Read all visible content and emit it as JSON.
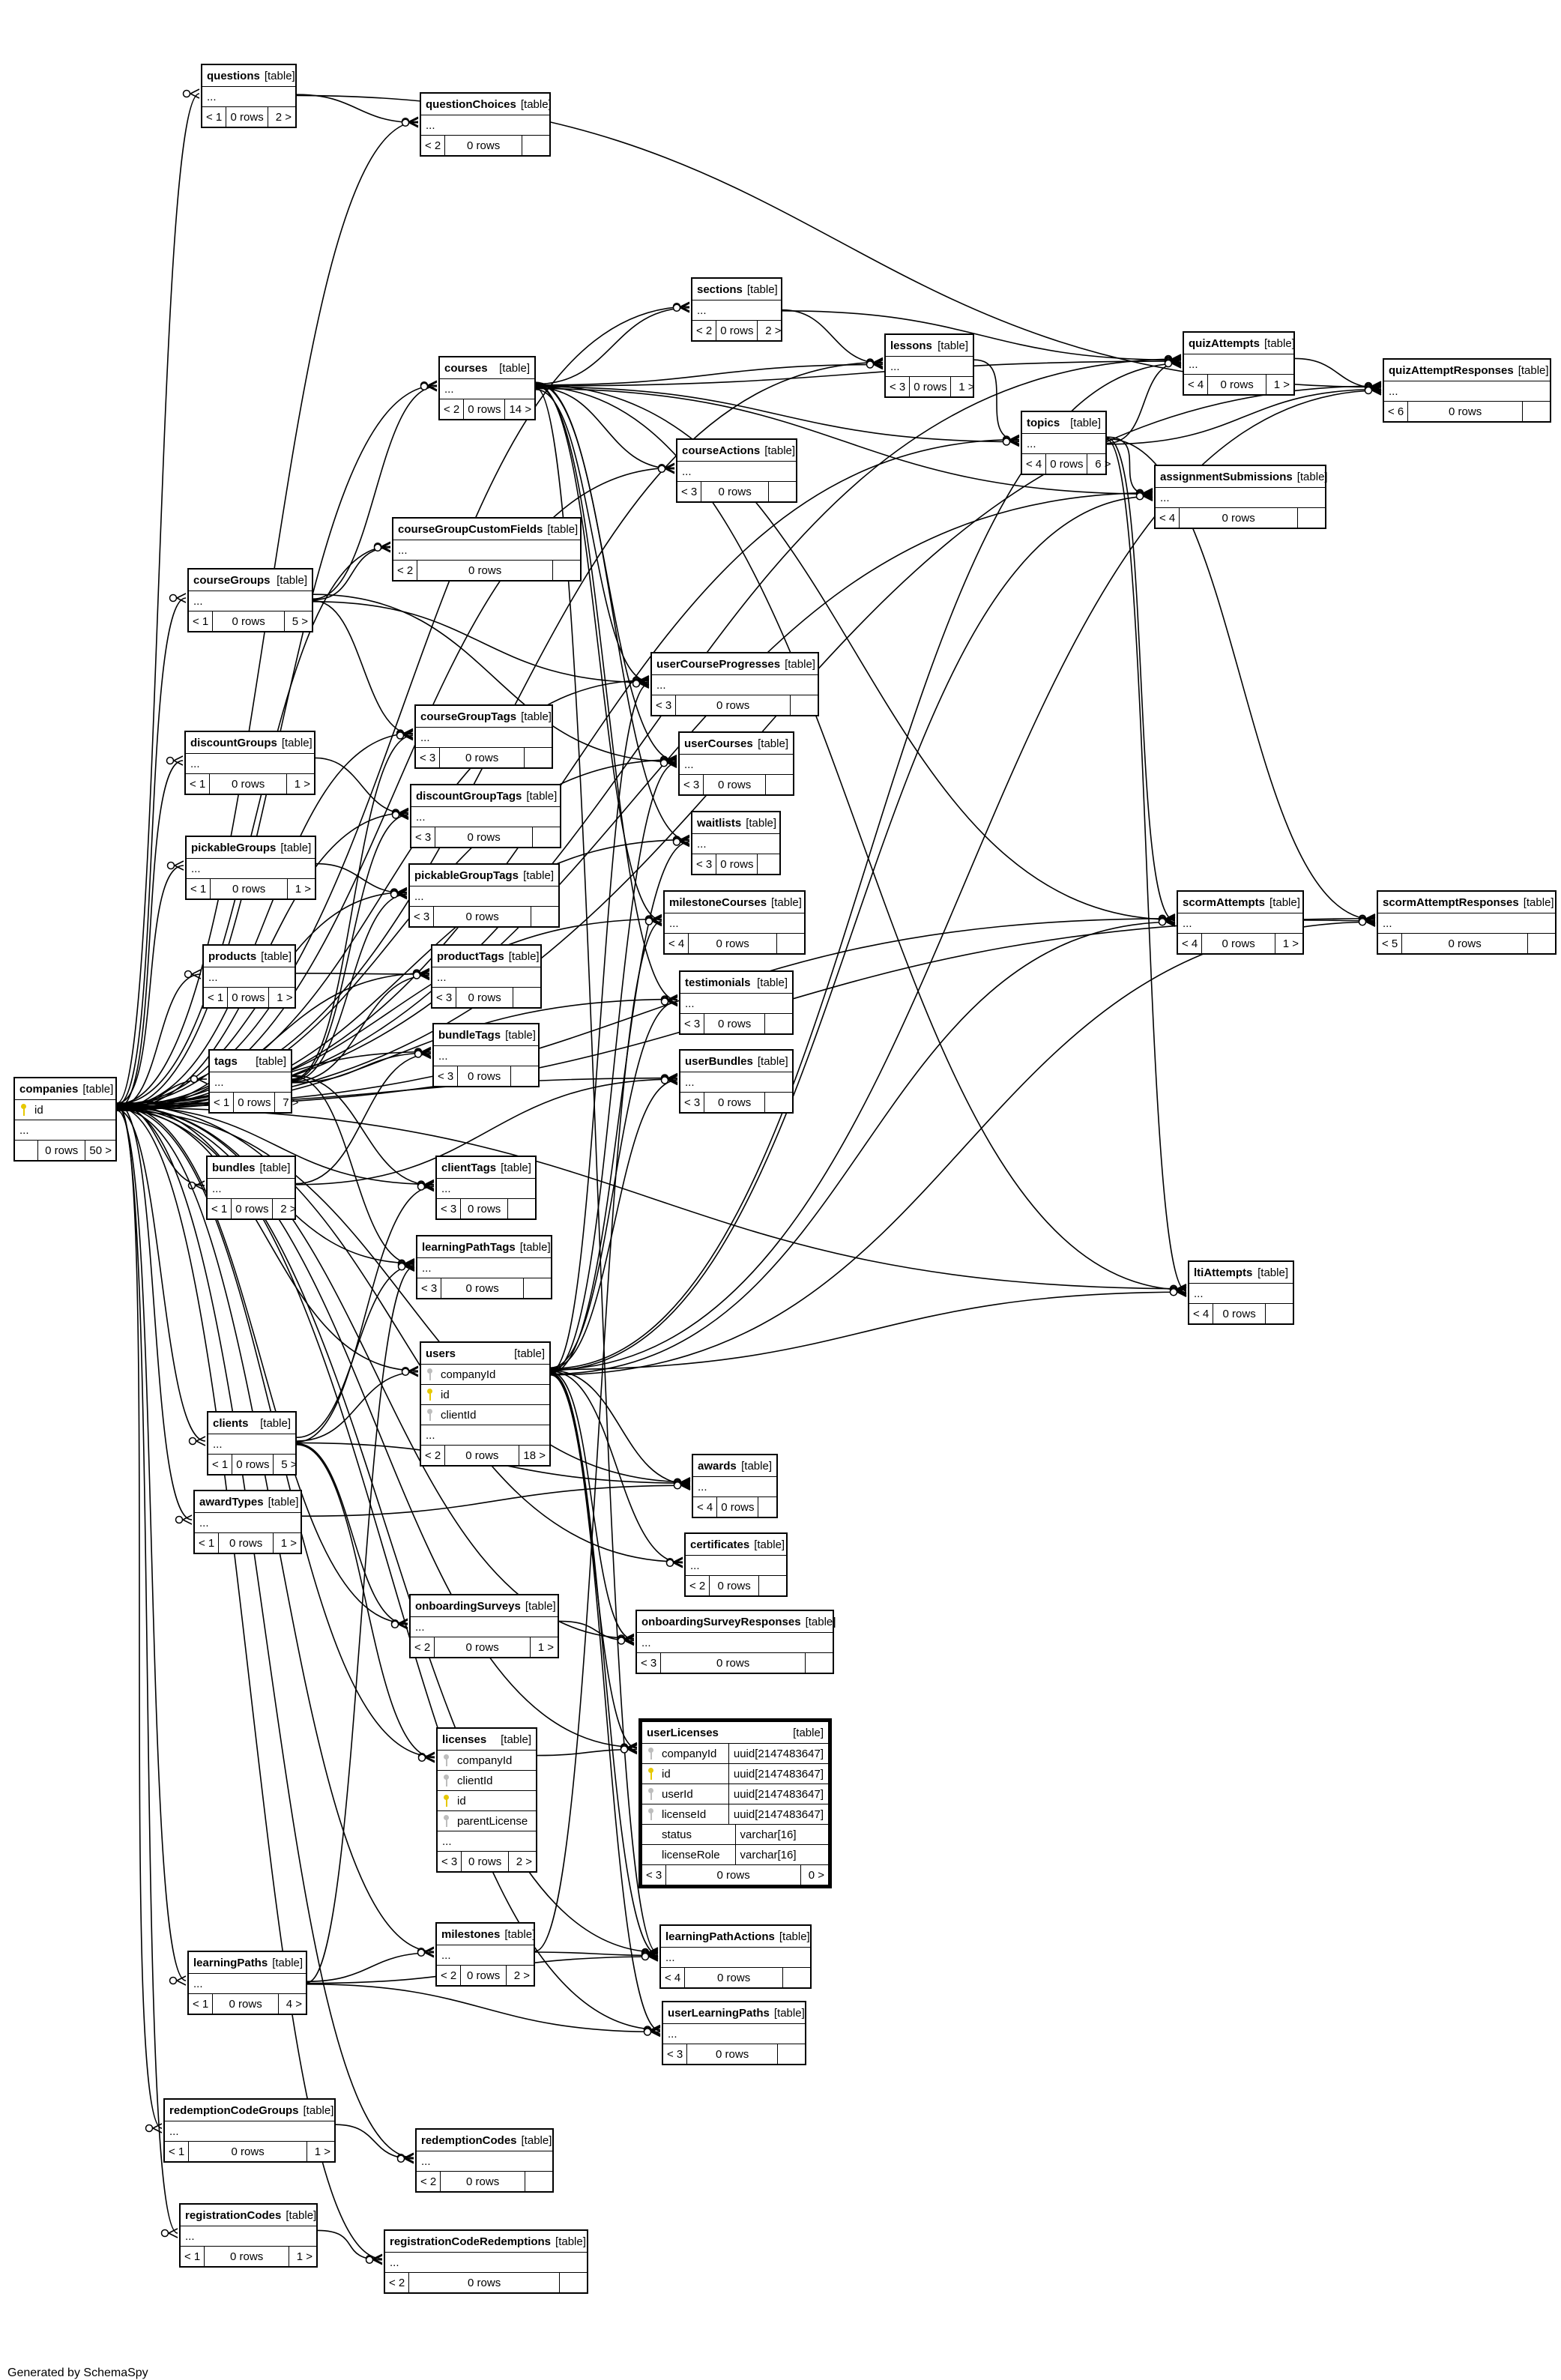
{
  "footer": "Generated by SchemaSpy",
  "kind_label": "[table]",
  "tables": [
    {
      "id": "companies",
      "name": "companies",
      "cols": [
        {
          "name": "id",
          "key": "pk"
        }
      ],
      "ellipsis": "...",
      "parents": "",
      "rows": "0 rows",
      "children": "50 >"
    },
    {
      "id": "questions",
      "name": "questions",
      "cols": [],
      "ellipsis": "...",
      "parents": "< 1",
      "rows": "0 rows",
      "children": "2 >"
    },
    {
      "id": "questionChoices",
      "name": "questionChoices",
      "cols": [],
      "ellipsis": "...",
      "parents": "< 2",
      "rows": "0 rows",
      "children": ""
    },
    {
      "id": "sections",
      "name": "sections",
      "cols": [],
      "ellipsis": "...",
      "parents": "< 2",
      "rows": "0 rows",
      "children": "2 >"
    },
    {
      "id": "lessons",
      "name": "lessons",
      "cols": [],
      "ellipsis": "...",
      "parents": "< 3",
      "rows": "0 rows",
      "children": "1 >"
    },
    {
      "id": "quizAttempts",
      "name": "quizAttempts",
      "cols": [],
      "ellipsis": "...",
      "parents": "< 4",
      "rows": "0 rows",
      "children": "1 >"
    },
    {
      "id": "quizAttemptResponses",
      "name": "quizAttemptResponses",
      "cols": [],
      "ellipsis": "...",
      "parents": "< 6",
      "rows": "0 rows",
      "children": ""
    },
    {
      "id": "courses",
      "name": "courses",
      "cols": [],
      "ellipsis": "...",
      "parents": "< 2",
      "rows": "0 rows",
      "children": "14 >"
    },
    {
      "id": "topics",
      "name": "topics",
      "cols": [],
      "ellipsis": "...",
      "parents": "< 4",
      "rows": "0 rows",
      "children": "6 >"
    },
    {
      "id": "courseActions",
      "name": "courseActions",
      "cols": [],
      "ellipsis": "...",
      "parents": "< 3",
      "rows": "0 rows",
      "children": ""
    },
    {
      "id": "assignmentSubmissions",
      "name": "assignmentSubmissions",
      "cols": [],
      "ellipsis": "...",
      "parents": "< 4",
      "rows": "0 rows",
      "children": ""
    },
    {
      "id": "courseGroupCustomFields",
      "name": "courseGroupCustomFields",
      "cols": [],
      "ellipsis": "...",
      "parents": "< 2",
      "rows": "0 rows",
      "children": ""
    },
    {
      "id": "courseGroups",
      "name": "courseGroups",
      "cols": [],
      "ellipsis": "...",
      "parents": "< 1",
      "rows": "0 rows",
      "children": "5 >"
    },
    {
      "id": "userCourseProgresses",
      "name": "userCourseProgresses",
      "cols": [],
      "ellipsis": "...",
      "parents": "< 3",
      "rows": "0 rows",
      "children": ""
    },
    {
      "id": "courseGroupTags",
      "name": "courseGroupTags",
      "cols": [],
      "ellipsis": "...",
      "parents": "< 3",
      "rows": "0 rows",
      "children": ""
    },
    {
      "id": "userCourses",
      "name": "userCourses",
      "cols": [],
      "ellipsis": "...",
      "parents": "< 3",
      "rows": "0 rows",
      "children": ""
    },
    {
      "id": "discountGroups",
      "name": "discountGroups",
      "cols": [],
      "ellipsis": "...",
      "parents": "< 1",
      "rows": "0 rows",
      "children": "1 >"
    },
    {
      "id": "discountGroupTags",
      "name": "discountGroupTags",
      "cols": [],
      "ellipsis": "...",
      "parents": "< 3",
      "rows": "0 rows",
      "children": ""
    },
    {
      "id": "waitlists",
      "name": "waitlists",
      "cols": [],
      "ellipsis": "...",
      "parents": "< 3",
      "rows": "0 rows",
      "children": ""
    },
    {
      "id": "pickableGroups",
      "name": "pickableGroups",
      "cols": [],
      "ellipsis": "...",
      "parents": "< 1",
      "rows": "0 rows",
      "children": "1 >"
    },
    {
      "id": "pickableGroupTags",
      "name": "pickableGroupTags",
      "cols": [],
      "ellipsis": "...",
      "parents": "< 3",
      "rows": "0 rows",
      "children": ""
    },
    {
      "id": "milestoneCourses",
      "name": "milestoneCourses",
      "cols": [],
      "ellipsis": "...",
      "parents": "< 4",
      "rows": "0 rows",
      "children": ""
    },
    {
      "id": "scormAttempts",
      "name": "scormAttempts",
      "cols": [],
      "ellipsis": "...",
      "parents": "< 4",
      "rows": "0 rows",
      "children": "1 >"
    },
    {
      "id": "scormAttemptResponses",
      "name": "scormAttemptResponses",
      "cols": [],
      "ellipsis": "...",
      "parents": "< 5",
      "rows": "0 rows",
      "children": ""
    },
    {
      "id": "products",
      "name": "products",
      "cols": [],
      "ellipsis": "...",
      "parents": "< 1",
      "rows": "0 rows",
      "children": "1 >"
    },
    {
      "id": "productTags",
      "name": "productTags",
      "cols": [],
      "ellipsis": "...",
      "parents": "< 3",
      "rows": "0 rows",
      "children": ""
    },
    {
      "id": "testimonials",
      "name": "testimonials",
      "cols": [],
      "ellipsis": "...",
      "parents": "< 3",
      "rows": "0 rows",
      "children": ""
    },
    {
      "id": "tags",
      "name": "tags",
      "cols": [],
      "ellipsis": "...",
      "parents": "< 1",
      "rows": "0 rows",
      "children": "7 >"
    },
    {
      "id": "bundleTags",
      "name": "bundleTags",
      "cols": [],
      "ellipsis": "...",
      "parents": "< 3",
      "rows": "0 rows",
      "children": ""
    },
    {
      "id": "userBundles",
      "name": "userBundles",
      "cols": [],
      "ellipsis": "...",
      "parents": "< 3",
      "rows": "0 rows",
      "children": ""
    },
    {
      "id": "bundles",
      "name": "bundles",
      "cols": [],
      "ellipsis": "...",
      "parents": "< 1",
      "rows": "0 rows",
      "children": "2 >"
    },
    {
      "id": "clientTags",
      "name": "clientTags",
      "cols": [],
      "ellipsis": "...",
      "parents": "< 3",
      "rows": "0 rows",
      "children": ""
    },
    {
      "id": "learningPathTags",
      "name": "learningPathTags",
      "cols": [],
      "ellipsis": "...",
      "parents": "< 3",
      "rows": "0 rows",
      "children": ""
    },
    {
      "id": "ltiAttempts",
      "name": "ltiAttempts",
      "cols": [],
      "ellipsis": "...",
      "parents": "< 4",
      "rows": "0 rows",
      "children": ""
    },
    {
      "id": "users",
      "name": "users",
      "cols": [
        {
          "name": "companyId",
          "key": "fk"
        },
        {
          "name": "id",
          "key": "pk"
        },
        {
          "name": "clientId",
          "key": "fk"
        }
      ],
      "ellipsis": "...",
      "parents": "< 2",
      "rows": "0 rows",
      "children": "18 >"
    },
    {
      "id": "clients",
      "name": "clients",
      "cols": [],
      "ellipsis": "...",
      "parents": "< 1",
      "rows": "0 rows",
      "children": "5 >"
    },
    {
      "id": "awards",
      "name": "awards",
      "cols": [],
      "ellipsis": "...",
      "parents": "< 4",
      "rows": "0 rows",
      "children": ""
    },
    {
      "id": "awardTypes",
      "name": "awardTypes",
      "cols": [],
      "ellipsis": "...",
      "parents": "< 1",
      "rows": "0 rows",
      "children": "1 >"
    },
    {
      "id": "certificates",
      "name": "certificates",
      "cols": [],
      "ellipsis": "...",
      "parents": "< 2",
      "rows": "0 rows",
      "children": ""
    },
    {
      "id": "onboardingSurveys",
      "name": "onboardingSurveys",
      "cols": [],
      "ellipsis": "...",
      "parents": "< 2",
      "rows": "0 rows",
      "children": "1 >"
    },
    {
      "id": "onboardingSurveyResponses",
      "name": "onboardingSurveyResponses",
      "cols": [],
      "ellipsis": "...",
      "parents": "< 3",
      "rows": "0 rows",
      "children": ""
    },
    {
      "id": "licenses",
      "name": "licenses",
      "cols": [
        {
          "name": "companyId",
          "key": "fk"
        },
        {
          "name": "clientId",
          "key": "fk"
        },
        {
          "name": "id",
          "key": "pk"
        },
        {
          "name": "parentLicense",
          "key": "fk"
        }
      ],
      "ellipsis": "...",
      "parents": "< 3",
      "rows": "0 rows",
      "children": "2 >"
    },
    {
      "id": "userLicenses",
      "name": "userLicenses",
      "bold": true,
      "cols": [
        {
          "name": "companyId",
          "key": "fk",
          "type": "uuid[2147483647]"
        },
        {
          "name": "id",
          "key": "pk",
          "type": "uuid[2147483647]"
        },
        {
          "name": "userId",
          "key": "fk",
          "type": "uuid[2147483647]"
        },
        {
          "name": "licenseId",
          "key": "fk",
          "type": "uuid[2147483647]"
        },
        {
          "name": "status",
          "key": "",
          "type": "varchar[16]"
        },
        {
          "name": "licenseRole",
          "key": "",
          "type": "varchar[16]"
        }
      ],
      "ellipsis": "",
      "parents": "< 3",
      "rows": "0 rows",
      "children": "0 >"
    },
    {
      "id": "milestones",
      "name": "milestones",
      "cols": [],
      "ellipsis": "...",
      "parents": "< 2",
      "rows": "0 rows",
      "children": "2 >"
    },
    {
      "id": "learningPathActions",
      "name": "learningPathActions",
      "cols": [],
      "ellipsis": "...",
      "parents": "< 4",
      "rows": "0 rows",
      "children": ""
    },
    {
      "id": "learningPaths",
      "name": "learningPaths",
      "cols": [],
      "ellipsis": "...",
      "parents": "< 1",
      "rows": "0 rows",
      "children": "4 >"
    },
    {
      "id": "userLearningPaths",
      "name": "userLearningPaths",
      "cols": [],
      "ellipsis": "...",
      "parents": "< 3",
      "rows": "0 rows",
      "children": ""
    },
    {
      "id": "redemptionCodeGroups",
      "name": "redemptionCodeGroups",
      "cols": [],
      "ellipsis": "...",
      "parents": "< 1",
      "rows": "0 rows",
      "children": "1 >"
    },
    {
      "id": "redemptionCodes",
      "name": "redemptionCodes",
      "cols": [],
      "ellipsis": "...",
      "parents": "< 2",
      "rows": "0 rows",
      "children": ""
    },
    {
      "id": "registrationCodes",
      "name": "registrationCodes",
      "cols": [],
      "ellipsis": "...",
      "parents": "< 1",
      "rows": "0 rows",
      "children": "1 >"
    },
    {
      "id": "registrationCodeRedemptions",
      "name": "registrationCodeRedemptions",
      "cols": [],
      "ellipsis": "...",
      "parents": "< 2",
      "rows": "0 rows",
      "children": ""
    }
  ],
  "relations": [
    [
      "companies",
      "questions"
    ],
    [
      "companies",
      "questionChoices"
    ],
    [
      "companies",
      "sections"
    ],
    [
      "companies",
      "lessons"
    ],
    [
      "companies",
      "quizAttempts"
    ],
    [
      "companies",
      "quizAttemptResponses"
    ],
    [
      "companies",
      "courses"
    ],
    [
      "companies",
      "topics"
    ],
    [
      "companies",
      "courseActions"
    ],
    [
      "companies",
      "assignmentSubmissions"
    ],
    [
      "companies",
      "courseGroupCustomFields"
    ],
    [
      "companies",
      "courseGroups"
    ],
    [
      "companies",
      "userCourseProgresses"
    ],
    [
      "companies",
      "courseGroupTags"
    ],
    [
      "companies",
      "userCourses"
    ],
    [
      "companies",
      "discountGroups"
    ],
    [
      "companies",
      "discountGroupTags"
    ],
    [
      "companies",
      "waitlists"
    ],
    [
      "companies",
      "pickableGroups"
    ],
    [
      "companies",
      "pickableGroupTags"
    ],
    [
      "companies",
      "milestoneCourses"
    ],
    [
      "companies",
      "scormAttempts"
    ],
    [
      "companies",
      "scormAttemptResponses"
    ],
    [
      "companies",
      "products"
    ],
    [
      "companies",
      "productTags"
    ],
    [
      "companies",
      "testimonials"
    ],
    [
      "companies",
      "tags"
    ],
    [
      "companies",
      "bundleTags"
    ],
    [
      "companies",
      "userBundles"
    ],
    [
      "companies",
      "bundles"
    ],
    [
      "companies",
      "clientTags"
    ],
    [
      "companies",
      "learningPathTags"
    ],
    [
      "companies",
      "ltiAttempts"
    ],
    [
      "companies",
      "users"
    ],
    [
      "companies",
      "clients"
    ],
    [
      "companies",
      "awards"
    ],
    [
      "companies",
      "awardTypes"
    ],
    [
      "companies",
      "certificates"
    ],
    [
      "companies",
      "onboardingSurveys"
    ],
    [
      "companies",
      "onboardingSurveyResponses"
    ],
    [
      "companies",
      "licenses"
    ],
    [
      "companies",
      "userLicenses"
    ],
    [
      "companies",
      "milestones"
    ],
    [
      "companies",
      "learningPathActions"
    ],
    [
      "companies",
      "learningPaths"
    ],
    [
      "companies",
      "userLearningPaths"
    ],
    [
      "companies",
      "redemptionCodeGroups"
    ],
    [
      "companies",
      "redemptionCodes"
    ],
    [
      "companies",
      "registrationCodes"
    ],
    [
      "companies",
      "registrationCodeRedemptions"
    ],
    [
      "questions",
      "questionChoices"
    ],
    [
      "questions",
      "quizAttemptResponses"
    ],
    [
      "sections",
      "lessons"
    ],
    [
      "sections",
      "quizAttempts"
    ],
    [
      "lessons",
      "topics"
    ],
    [
      "quizAttempts",
      "quizAttemptResponses"
    ],
    [
      "courses",
      "sections"
    ],
    [
      "courses",
      "lessons"
    ],
    [
      "courses",
      "quizAttempts"
    ],
    [
      "courses",
      "topics"
    ],
    [
      "courses",
      "courseActions"
    ],
    [
      "courses",
      "assignmentSubmissions"
    ],
    [
      "courses",
      "userCourseProgresses"
    ],
    [
      "courses",
      "userCourses"
    ],
    [
      "courses",
      "waitlists"
    ],
    [
      "courses",
      "milestoneCourses"
    ],
    [
      "courses",
      "scormAttempts"
    ],
    [
      "courses",
      "testimonials"
    ],
    [
      "courses",
      "ltiAttempts"
    ],
    [
      "courses",
      "learningPathActions"
    ],
    [
      "topics",
      "quizAttempts"
    ],
    [
      "topics",
      "quizAttemptResponses"
    ],
    [
      "topics",
      "assignmentSubmissions"
    ],
    [
      "topics",
      "scormAttempts"
    ],
    [
      "topics",
      "scormAttemptResponses"
    ],
    [
      "topics",
      "ltiAttempts"
    ],
    [
      "scormAttempts",
      "scormAttemptResponses"
    ],
    [
      "courseGroups",
      "courses"
    ],
    [
      "courseGroups",
      "courseGroupCustomFields"
    ],
    [
      "courseGroups",
      "courseGroupTags"
    ],
    [
      "courseGroups",
      "userCourseProgresses"
    ],
    [
      "courseGroups",
      "userCourses"
    ],
    [
      "discountGroups",
      "discountGroupTags"
    ],
    [
      "pickableGroups",
      "pickableGroupTags"
    ],
    [
      "products",
      "productTags"
    ],
    [
      "tags",
      "courseGroupTags"
    ],
    [
      "tags",
      "discountGroupTags"
    ],
    [
      "tags",
      "pickableGroupTags"
    ],
    [
      "tags",
      "productTags"
    ],
    [
      "tags",
      "bundleTags"
    ],
    [
      "tags",
      "clientTags"
    ],
    [
      "tags",
      "learningPathTags"
    ],
    [
      "bundles",
      "bundleTags"
    ],
    [
      "bundles",
      "userBundles"
    ],
    [
      "clients",
      "users"
    ],
    [
      "clients",
      "clientTags"
    ],
    [
      "clients",
      "awards"
    ],
    [
      "clients",
      "onboardingSurveys"
    ],
    [
      "clients",
      "licenses"
    ],
    [
      "clients",
      "learningPathTags"
    ],
    [
      "users",
      "quizAttempts"
    ],
    [
      "users",
      "quizAttemptResponses"
    ],
    [
      "users",
      "assignmentSubmissions"
    ],
    [
      "users",
      "userCourseProgresses"
    ],
    [
      "users",
      "userCourses"
    ],
    [
      "users",
      "waitlists"
    ],
    [
      "users",
      "scormAttempts"
    ],
    [
      "users",
      "scormAttemptResponses"
    ],
    [
      "users",
      "testimonials"
    ],
    [
      "users",
      "userBundles"
    ],
    [
      "users",
      "ltiAttempts"
    ],
    [
      "users",
      "awards"
    ],
    [
      "users",
      "certificates"
    ],
    [
      "users",
      "onboardingSurveyResponses"
    ],
    [
      "users",
      "userLicenses"
    ],
    [
      "users",
      "learningPathActions"
    ],
    [
      "users",
      "userLearningPaths"
    ],
    [
      "awardTypes",
      "awards"
    ],
    [
      "onboardingSurveys",
      "onboardingSurveyResponses"
    ],
    [
      "licenses",
      "userLicenses"
    ],
    [
      "milestones",
      "milestoneCourses"
    ],
    [
      "milestones",
      "learningPathActions"
    ],
    [
      "learningPaths",
      "milestones"
    ],
    [
      "learningPaths",
      "learningPathTags"
    ],
    [
      "learningPaths",
      "learningPathActions"
    ],
    [
      "learningPaths",
      "userLearningPaths"
    ],
    [
      "redemptionCodeGroups",
      "redemptionCodes"
    ],
    [
      "registrationCodes",
      "registrationCodeRedemptions"
    ]
  ]
}
